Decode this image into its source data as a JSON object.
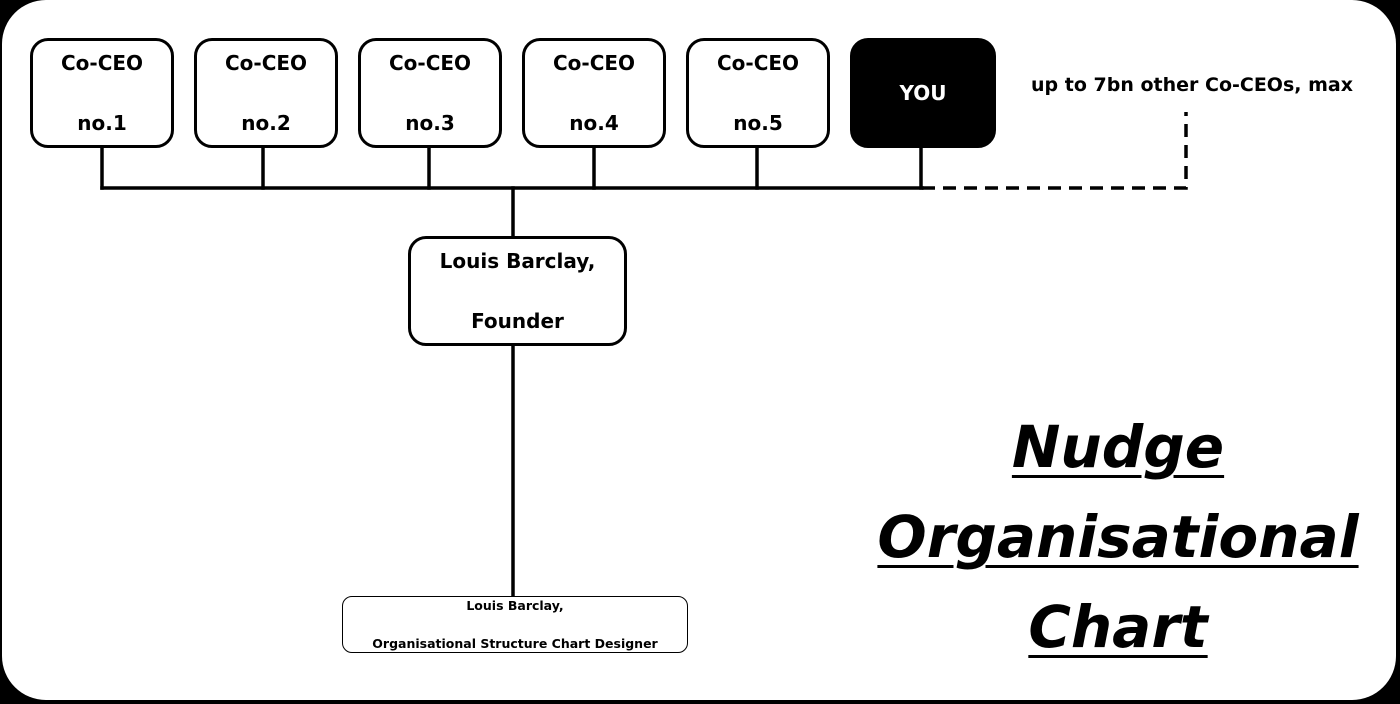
{
  "colors": {
    "background": "#ffffff",
    "outline": "#000000",
    "highlight_box": "#000000",
    "highlight_text": "#ffffff"
  },
  "co_ceos": [
    {
      "line1": "Co-CEO",
      "line2": "no.1"
    },
    {
      "line1": "Co-CEO",
      "line2": "no.2"
    },
    {
      "line1": "Co-CEO",
      "line2": "no.3"
    },
    {
      "line1": "Co-CEO",
      "line2": "no.4"
    },
    {
      "line1": "Co-CEO",
      "line2": "no.5"
    }
  ],
  "you_label": "YOU",
  "others_label": "up to 7bn other Co-CEOs, max",
  "founder": {
    "line1": "Louis Barclay,",
    "line2": "Founder"
  },
  "designer": {
    "line1": "Louis Barclay,",
    "line2": "Organisational Structure Chart Designer"
  },
  "title": {
    "line1": "Nudge",
    "line2": "Organisational",
    "line3": "Chart"
  }
}
